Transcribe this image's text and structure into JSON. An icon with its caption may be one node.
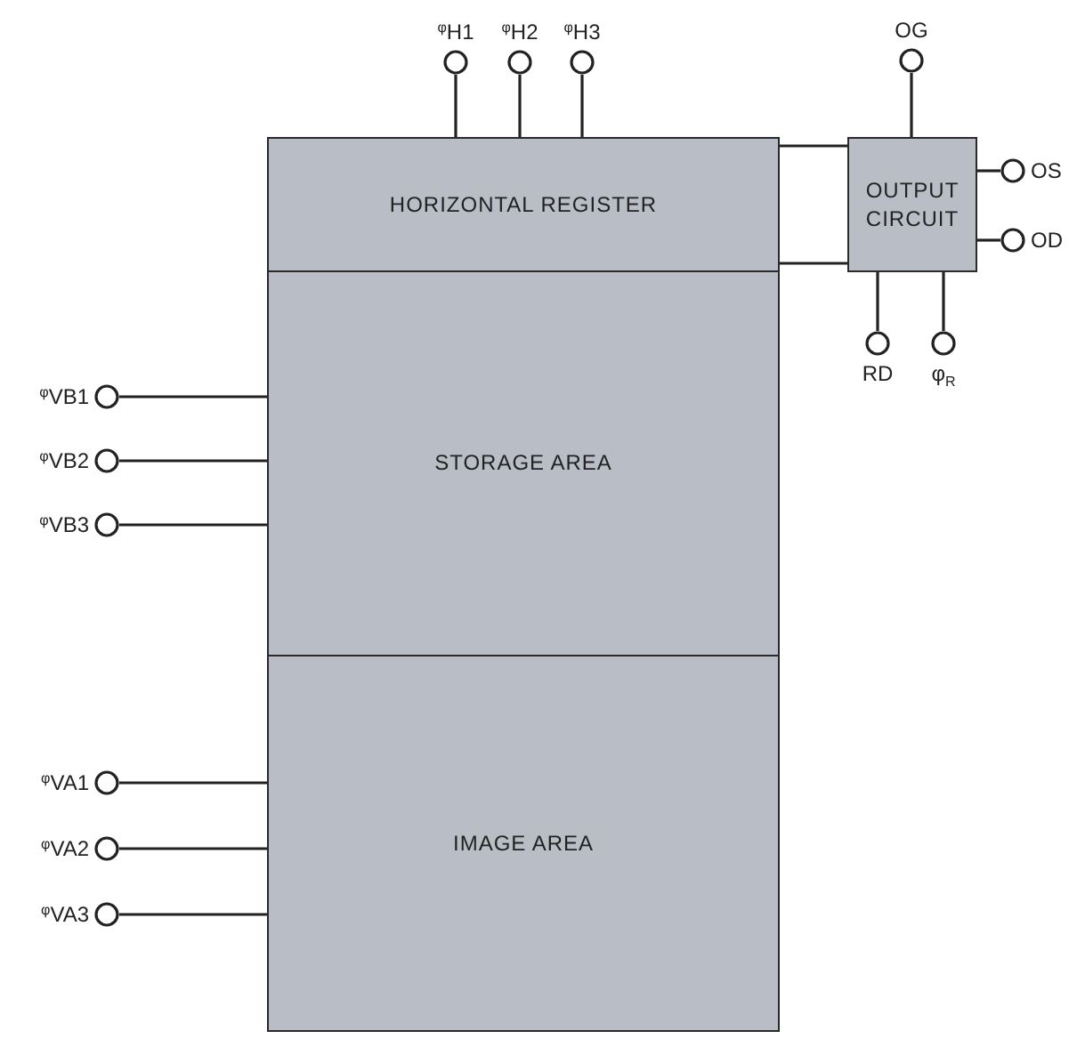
{
  "diagram": {
    "nodes": [
      {
        "text": [],
        "shape": "circle",
        "beside": [
          "$^{φ}$H1"
        ]
      },
      {
        "text": [],
        "shape": "circle",
        "beside": [
          "$^{φ}$H2"
        ]
      },
      {
        "text": [],
        "shape": "circle",
        "beside": [
          "$^{φ}$H3"
        ]
      },
      {
        "text": [],
        "shape": "circle",
        "beside": [
          "OG"
        ]
      },
      {
        "text": [
          "HORIZONTAL REGISTER"
        ]
      },
      {
        "text": [
          "OUTPUT CIRCUIT"
        ]
      },
      {
        "text": [],
        "shape": "circle",
        "beside": [
          "OS"
        ]
      },
      {
        "text": [],
        "shape": "circle",
        "beside": [
          "OD"
        ]
      },
      {
        "text": [],
        "shape": "circle",
        "beside": [
          "RD"
        ]
      },
      {
        "text": [],
        "shape": "circle",
        "beside": [
          "φ$_{R}$"
        ]
      },
      {
        "text": [],
        "shape": "circle",
        "beside": [
          "$^{φ}$VB1"
        ]
      },
      {
        "text": [],
        "shape": "circle",
        "beside": [
          "$^{φ}$VB2"
        ]
      },
      {
        "text": [],
        "shape": "circle",
        "beside": [
          "$^{φ}$VB3"
        ]
      },
      {
        "text": [
          "STORAGE AREA"
        ]
      },
      {
        "text": [],
        "shape": "circle",
        "beside": [
          "$^{φ}$VA1"
        ]
      },
      {
        "text": [],
        "shape": "circle",
        "beside": [
          "$^{φ}$VA2"
        ]
      },
      {
        "text": [],
        "shape": "circle",
        "beside": [
          "$^{φ}$VA3"
        ]
      },
      {
        "text": [
          "IMAGE AREA"
        ]
      }
    ],
    "edges": [
      {
        "from": 0,
        "to": 4,
        "arrow": "none"
      },
      {
        "from": 1,
        "to": 4,
        "arrow": "none"
      },
      {
        "from": 2,
        "to": 4,
        "arrow": "none"
      },
      {
        "from": 3,
        "to": 5,
        "arrow": "none"
      },
      {
        "from": 4,
        "to": 5,
        "arrow": "none"
      },
      {
        "from": 4,
        "to": 5,
        "arrow": "none"
      },
      {
        "from": 6,
        "to": 5,
        "arrow": "none"
      },
      {
        "from": 7,
        "to": 5,
        "arrow": "none"
      },
      {
        "from": 8,
        "to": 5,
        "arrow": "none"
      },
      {
        "from": 9,
        "to": 5,
        "arrow": "none"
      },
      {
        "from": 10,
        "to": 13,
        "arrow": "none"
      },
      {
        "from": 11,
        "to": 13,
        "arrow": "none"
      },
      {
        "from": 12,
        "to": 13,
        "arrow": "none"
      },
      {
        "from": 14,
        "to": 17,
        "arrow": "none"
      },
      {
        "from": 15,
        "to": 17,
        "arrow": "none"
      },
      {
        "from": 16,
        "to": 17,
        "arrow": "none"
      }
    ]
  }
}
